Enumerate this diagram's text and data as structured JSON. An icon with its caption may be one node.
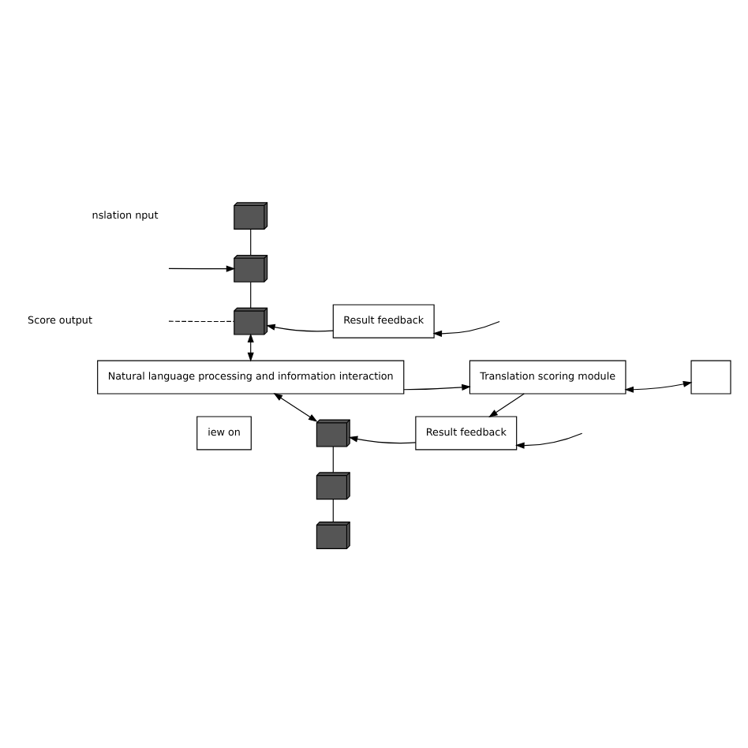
{
  "diagram": {
    "nodes": [
      {
        "text": [],
        "shape": "picture"
      },
      {
        "text": [],
        "shape": "picture"
      },
      {
        "text": [],
        "shape": "picture"
      },
      {
        "text": [
          "Result feedback"
        ]
      },
      {
        "text": [
          "Natural language processing and information interaction"
        ]
      },
      {
        "text": [
          "Translation scoring module"
        ]
      },
      {
        "text": [],
        "shape": "box"
      },
      {
        "text": [
          "iew on"
        ]
      },
      {
        "text": [],
        "shape": "picture"
      },
      {
        "text": [],
        "shape": "picture"
      },
      {
        "text": [],
        "shape": "picture"
      },
      {
        "text": [
          "Result feedback"
        ]
      }
    ],
    "edges": [
      {
        "from": null,
        "to": 1,
        "arrow": "to"
      },
      {
        "from": null,
        "to": 2,
        "arrow": "none",
        "style": "dashed"
      },
      {
        "from": 0,
        "to": 1,
        "arrow": "none"
      },
      {
        "from": 1,
        "to": 2,
        "arrow": "none"
      },
      {
        "from": 3,
        "to": 2,
        "arrow": "to"
      },
      {
        "from": null,
        "to": 3,
        "arrow": "to"
      },
      {
        "from": 2,
        "to": 4,
        "arrow": "both"
      },
      {
        "from": 4,
        "to": 5,
        "arrow": "to"
      },
      {
        "from": 5,
        "to": 6,
        "arrow": "both"
      },
      {
        "from": 4,
        "to": 8,
        "arrow": "both"
      },
      {
        "from": 5,
        "to": 11,
        "arrow": "to"
      },
      {
        "from": null,
        "to": 11,
        "arrow": "to"
      },
      {
        "from": 11,
        "to": 8,
        "arrow": "to"
      },
      {
        "from": 8,
        "to": 9,
        "arrow": "none"
      },
      {
        "from": 9,
        "to": 10,
        "arrow": "none"
      }
    ],
    "labels": [
      "nslation nput",
      "Score output"
    ]
  }
}
